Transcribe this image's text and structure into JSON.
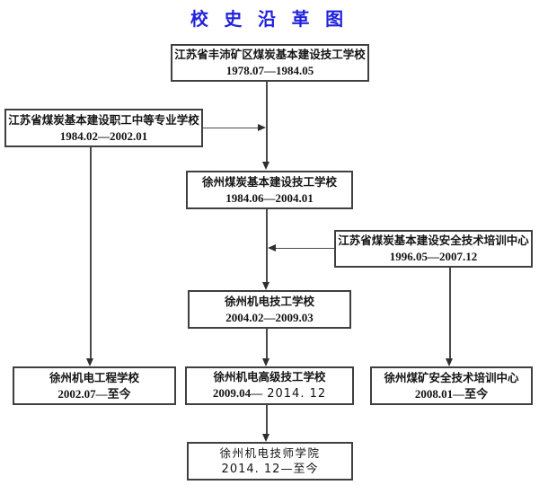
{
  "title": "校 史 沿 革 图",
  "colors": {
    "title_blue": "#2222dd",
    "line_gray": "#4a4a4a",
    "border_gray": "#3f3f3f",
    "text_black": "#141414"
  },
  "nodes": [
    {
      "name": "江苏省丰沛矿区煤炭基本建设技工学校",
      "period": "1978.07—1984.05"
    },
    {
      "name": "江苏省煤炭基本建设职工中等专业学校",
      "period": "1984.02—2002.01"
    },
    {
      "name": "徐州煤炭基本建设技工学校",
      "period": "1984.06—2004.01"
    },
    {
      "name": "江苏省煤炭基本建设安全技术培训中心",
      "period": "1996.05—2007.12"
    },
    {
      "name": "徐州机电技工学校",
      "period": "2004.02—2009.03"
    },
    {
      "name": "徐州机电工程学校",
      "period": "2002.07—至今"
    },
    {
      "name": "徐州机电高级技工学校",
      "period": "2009.04—",
      "period2": " 2014. 12"
    },
    {
      "name": "徐州煤矿安全技术培训中心",
      "period": "2008.01—至今"
    },
    {
      "name": "徐州机电技师学院",
      "period": "2014. 12—至今"
    }
  ]
}
